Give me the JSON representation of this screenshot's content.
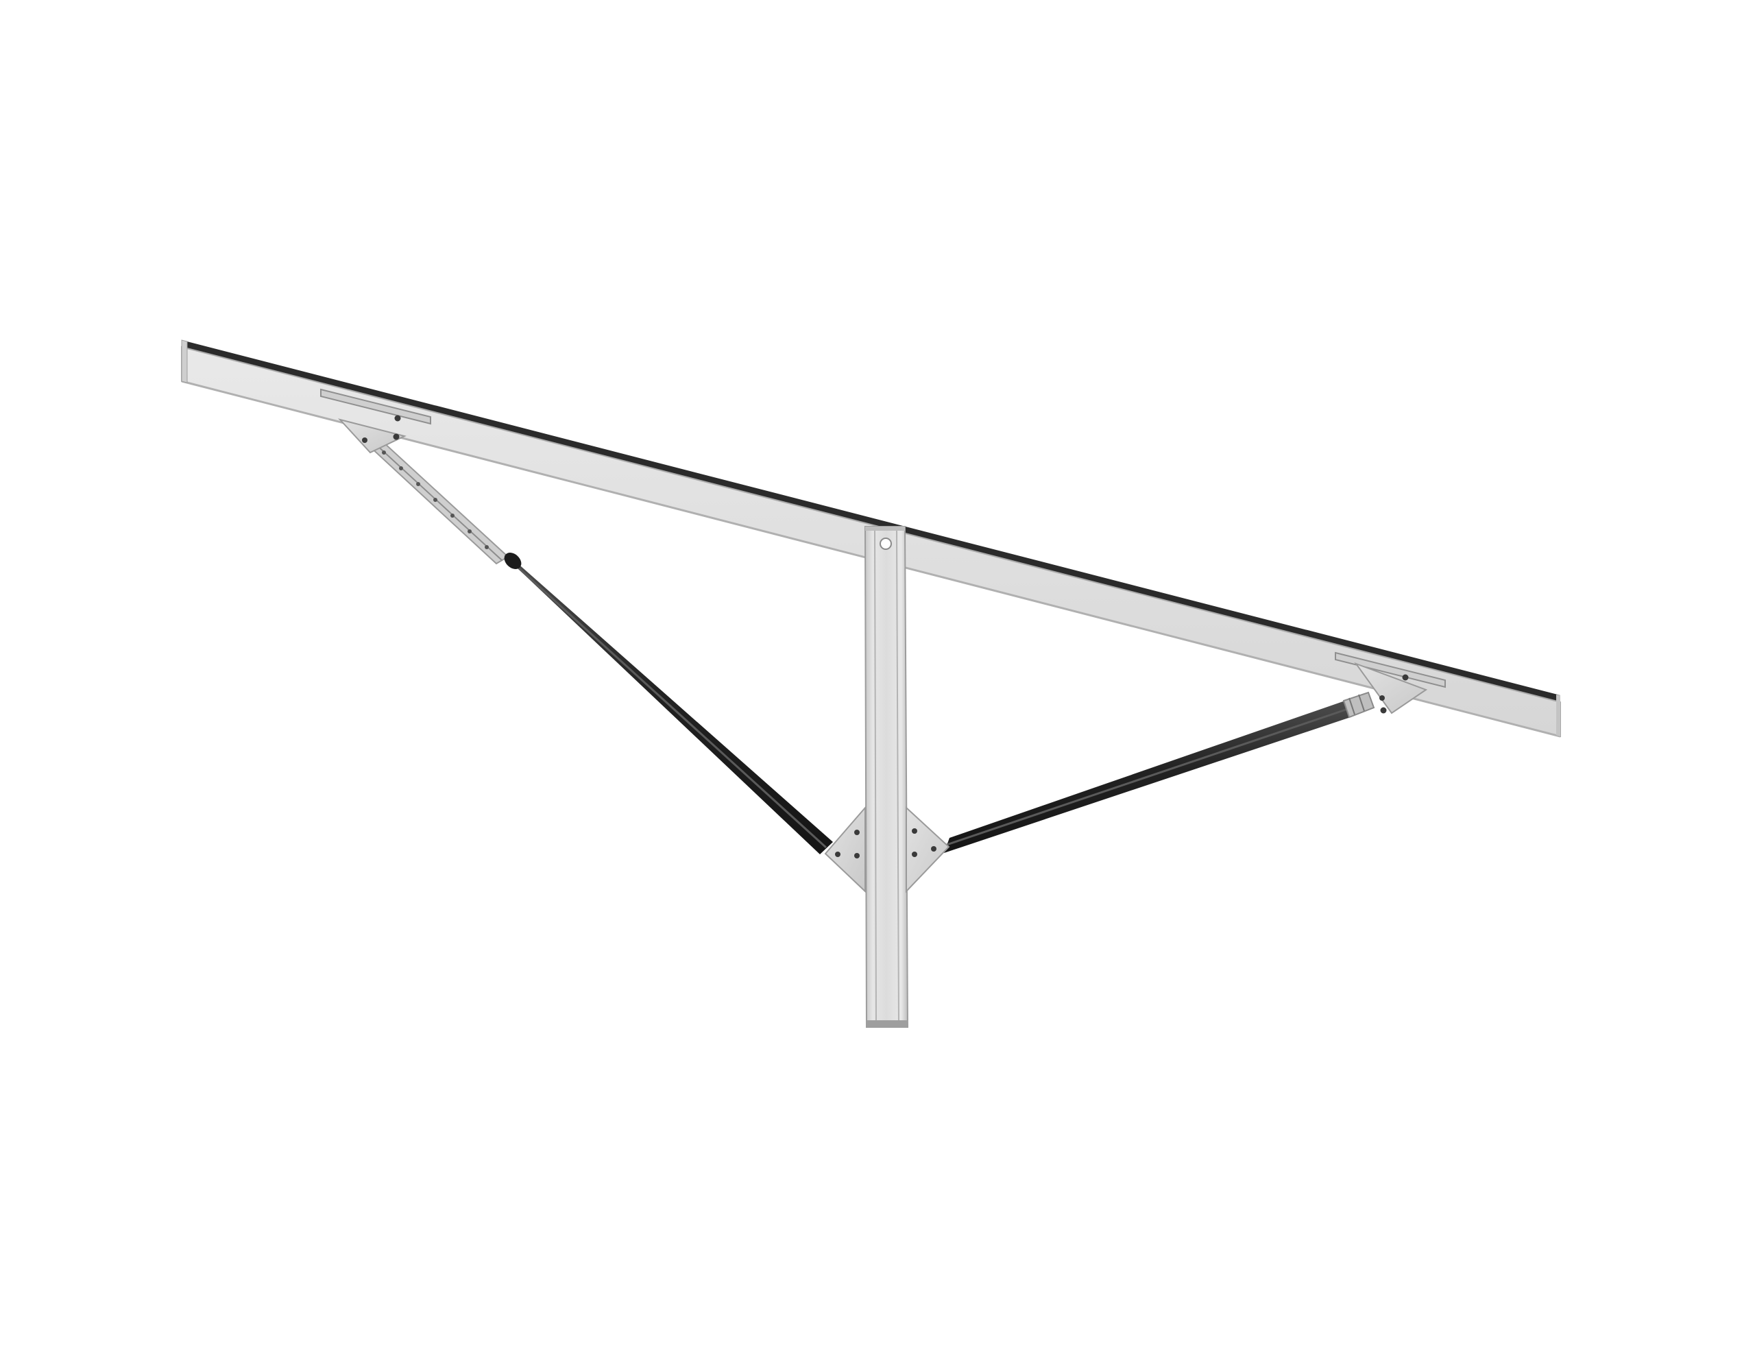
{
  "scene": {
    "description_visible_text": "",
    "colors": {
      "background": "#ffffff",
      "aluminum_light": "#e4e4e4",
      "aluminum_mid": "#d2d2d2",
      "aluminum_dark": "#b9b9b9",
      "edge_dark": "#2b2b2b",
      "strut_black": "#262626",
      "strut_highlight": "#4a4a4a",
      "bolt": "#3a3a3a"
    },
    "icons": [
      "solar-mount-rail",
      "post-column",
      "diagonal-strut",
      "gusset-plate",
      "bolt"
    ]
  }
}
